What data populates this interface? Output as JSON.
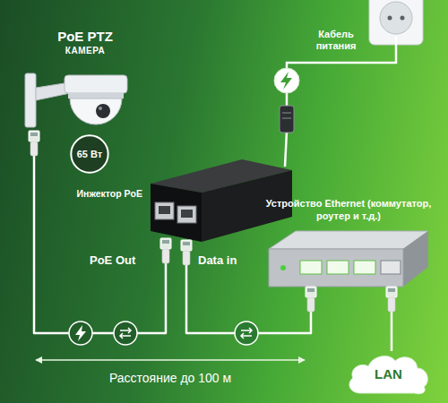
{
  "diagram": {
    "nodes": [
      {
        "text": [
          "PoE PTZ",
          "КАМЕРА"
        ]
      },
      {
        "text": [
          "65 Вт"
        ]
      },
      {
        "text": [
          "Инжектор PoE"
        ]
      },
      {
        "text": [
          "Устройство Ethernet (коммутатор, роутер и т.д.)"
        ]
      },
      {
        "text": [
          "LAN"
        ]
      }
    ],
    "edges": [
      {
        "from": 2,
        "to": 0,
        "arrow": "none",
        "label": "PoE Out"
      },
      {
        "from": 2,
        "to": 3,
        "arrow": "none",
        "label": "Data in"
      },
      {
        "from": 3,
        "to": 4,
        "arrow": "none"
      }
    ],
    "labels": [
      "Кабель питания",
      "Расстояние до 100 м"
    ]
  }
}
